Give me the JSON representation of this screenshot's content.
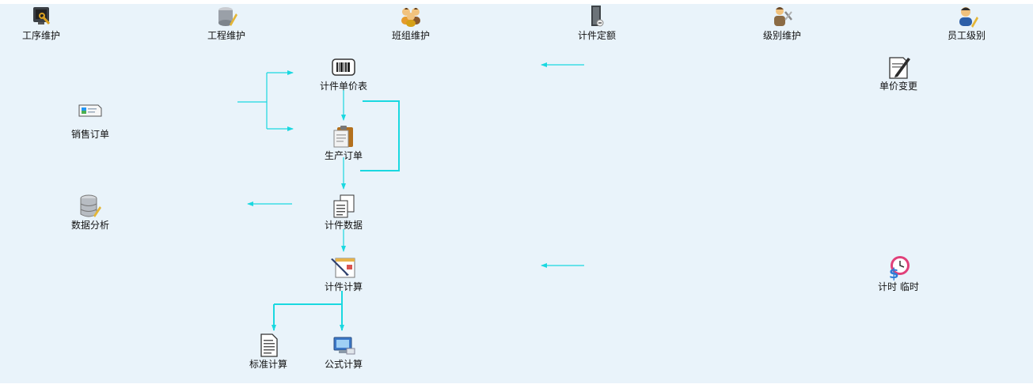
{
  "top_toolbar": [
    {
      "id": "process-maintenance",
      "label": "工序维护",
      "icon": "monitor-wrench-icon"
    },
    {
      "id": "project-maintenance",
      "label": "工程维护",
      "icon": "disk-pencil-icon"
    },
    {
      "id": "team-maintenance",
      "label": "班组维护",
      "icon": "users-group-icon"
    },
    {
      "id": "piece-quota",
      "label": "计件定额",
      "icon": "door-exit-icon"
    },
    {
      "id": "level-maintenance",
      "label": "级别维护",
      "icon": "worker-tools-icon"
    },
    {
      "id": "employee-level",
      "label": "员工级别",
      "icon": "user-edit-icon"
    }
  ],
  "flow_nodes": [
    {
      "id": "piece-price-table",
      "label": "计件单价表",
      "icon": "barcode-icon"
    },
    {
      "id": "sales-order",
      "label": "销售订单",
      "icon": "ticket-card-icon"
    },
    {
      "id": "production-order",
      "label": "生产订单",
      "icon": "clipboard-icon"
    },
    {
      "id": "piece-data",
      "label": "计件数据",
      "icon": "copy-documents-icon"
    },
    {
      "id": "data-analysis",
      "label": "数据分析",
      "icon": "database-pencil-icon"
    },
    {
      "id": "piece-calculation",
      "label": "计件计算",
      "icon": "pencil-document-icon"
    },
    {
      "id": "standard-calculation",
      "label": "标准计算",
      "icon": "document-lines-icon"
    },
    {
      "id": "formula-calculation",
      "label": "公式计算",
      "icon": "computer-monitor-icon"
    },
    {
      "id": "unit-price-change",
      "label": "单价变更",
      "icon": "pen-document-icon"
    },
    {
      "id": "hourly-temporary",
      "label": "计时 临时",
      "icon": "clock-dollar-icon"
    }
  ],
  "colors": {
    "canvas_background": "#e9f3fa",
    "connector": "#1ad8e0",
    "label_text": "#111111"
  }
}
